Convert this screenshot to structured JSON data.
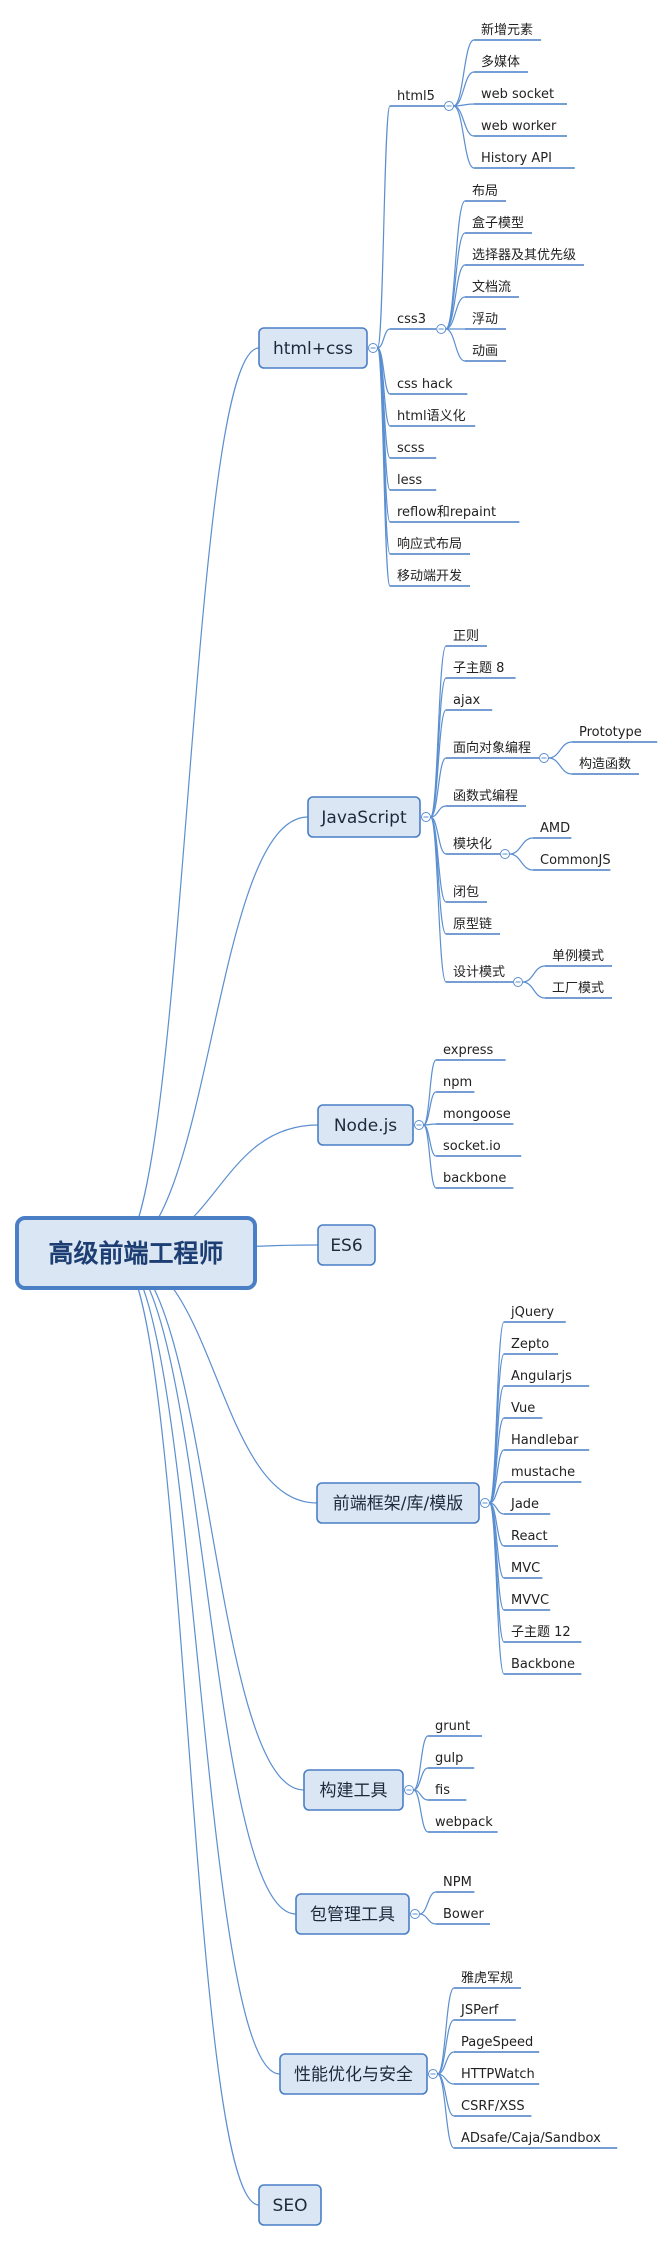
{
  "root": {
    "label": "高级前端工程师"
  },
  "branches": [
    {
      "label": "html+css",
      "children": [
        {
          "label": "html5",
          "children": [
            {
              "label": "新增元素"
            },
            {
              "label": "多媒体"
            },
            {
              "label": "web socket"
            },
            {
              "label": "web worker"
            },
            {
              "label": "History API"
            }
          ]
        },
        {
          "label": "css3",
          "children": [
            {
              "label": "布局"
            },
            {
              "label": "盒子模型"
            },
            {
              "label": "选择器及其优先级"
            },
            {
              "label": "文档流"
            },
            {
              "label": "浮动"
            },
            {
              "label": "动画"
            }
          ]
        },
        {
          "label": "css hack"
        },
        {
          "label": "html语义化"
        },
        {
          "label": "scss"
        },
        {
          "label": "less"
        },
        {
          "label": "reflow和repaint"
        },
        {
          "label": "响应式布局"
        },
        {
          "label": "移动端开发"
        }
      ]
    },
    {
      "label": "JavaScript",
      "children": [
        {
          "label": "正则"
        },
        {
          "label": "子主题 8"
        },
        {
          "label": "ajax"
        },
        {
          "label": "面向对象编程",
          "children": [
            {
              "label": "Prototype"
            },
            {
              "label": "构造函数"
            }
          ]
        },
        {
          "label": "函数式编程"
        },
        {
          "label": "模块化",
          "children": [
            {
              "label": "AMD"
            },
            {
              "label": "CommonJS"
            }
          ]
        },
        {
          "label": "闭包"
        },
        {
          "label": "原型链"
        },
        {
          "label": "设计模式",
          "children": [
            {
              "label": "单例模式"
            },
            {
              "label": "工厂模式"
            }
          ]
        }
      ]
    },
    {
      "label": "Node.js",
      "children": [
        {
          "label": "express"
        },
        {
          "label": "npm"
        },
        {
          "label": "mongoose"
        },
        {
          "label": "socket.io"
        },
        {
          "label": "backbone"
        }
      ]
    },
    {
      "label": "ES6"
    },
    {
      "label": "前端框架/库/模版",
      "children": [
        {
          "label": "jQuery"
        },
        {
          "label": "Zepto"
        },
        {
          "label": "Angularjs"
        },
        {
          "label": "Vue"
        },
        {
          "label": "Handlebar"
        },
        {
          "label": "mustache"
        },
        {
          "label": "Jade"
        },
        {
          "label": "React"
        },
        {
          "label": "MVC"
        },
        {
          "label": "MVVC"
        },
        {
          "label": "子主题 12"
        },
        {
          "label": "Backbone"
        }
      ]
    },
    {
      "label": "构建工具",
      "children": [
        {
          "label": "grunt"
        },
        {
          "label": "gulp"
        },
        {
          "label": "fis"
        },
        {
          "label": "webpack"
        }
      ]
    },
    {
      "label": "包管理工具",
      "children": [
        {
          "label": "NPM"
        },
        {
          "label": "Bower"
        }
      ]
    },
    {
      "label": "性能优化与安全",
      "children": [
        {
          "label": "雅虎军规"
        },
        {
          "label": "JSPerf"
        },
        {
          "label": "PageSpeed"
        },
        {
          "label": "HTTPWatch"
        },
        {
          "label": "CSRF/XSS"
        },
        {
          "label": "ADsafe/Caja/Sandbox"
        }
      ]
    },
    {
      "label": "SEO"
    }
  ],
  "colors": {
    "line": "#5b8fd0",
    "box_fill": "#dbe6f5",
    "box_stroke": "#4a7fc6",
    "root_text": "#1d3e72"
  }
}
